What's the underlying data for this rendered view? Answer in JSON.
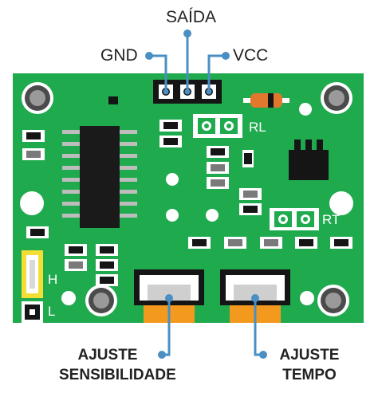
{
  "pins": {
    "saida": "SAÍDA",
    "gnd": "GND",
    "vcc": "VCC"
  },
  "silkscreen": {
    "rl": "RL",
    "rt": "RT",
    "h": "H",
    "l": "L"
  },
  "adjust": {
    "sensitivity_line1": "AJUSTE",
    "sensitivity_line2": "SENSIBILIDADE",
    "time_line1": "AJUSTE",
    "time_line2": "TEMPO"
  },
  "colors": {
    "pcb": "#1faa4e",
    "pointer": "#4a8fc4",
    "pot_knob": "#f39a1e",
    "jumper": "#f2de35"
  }
}
